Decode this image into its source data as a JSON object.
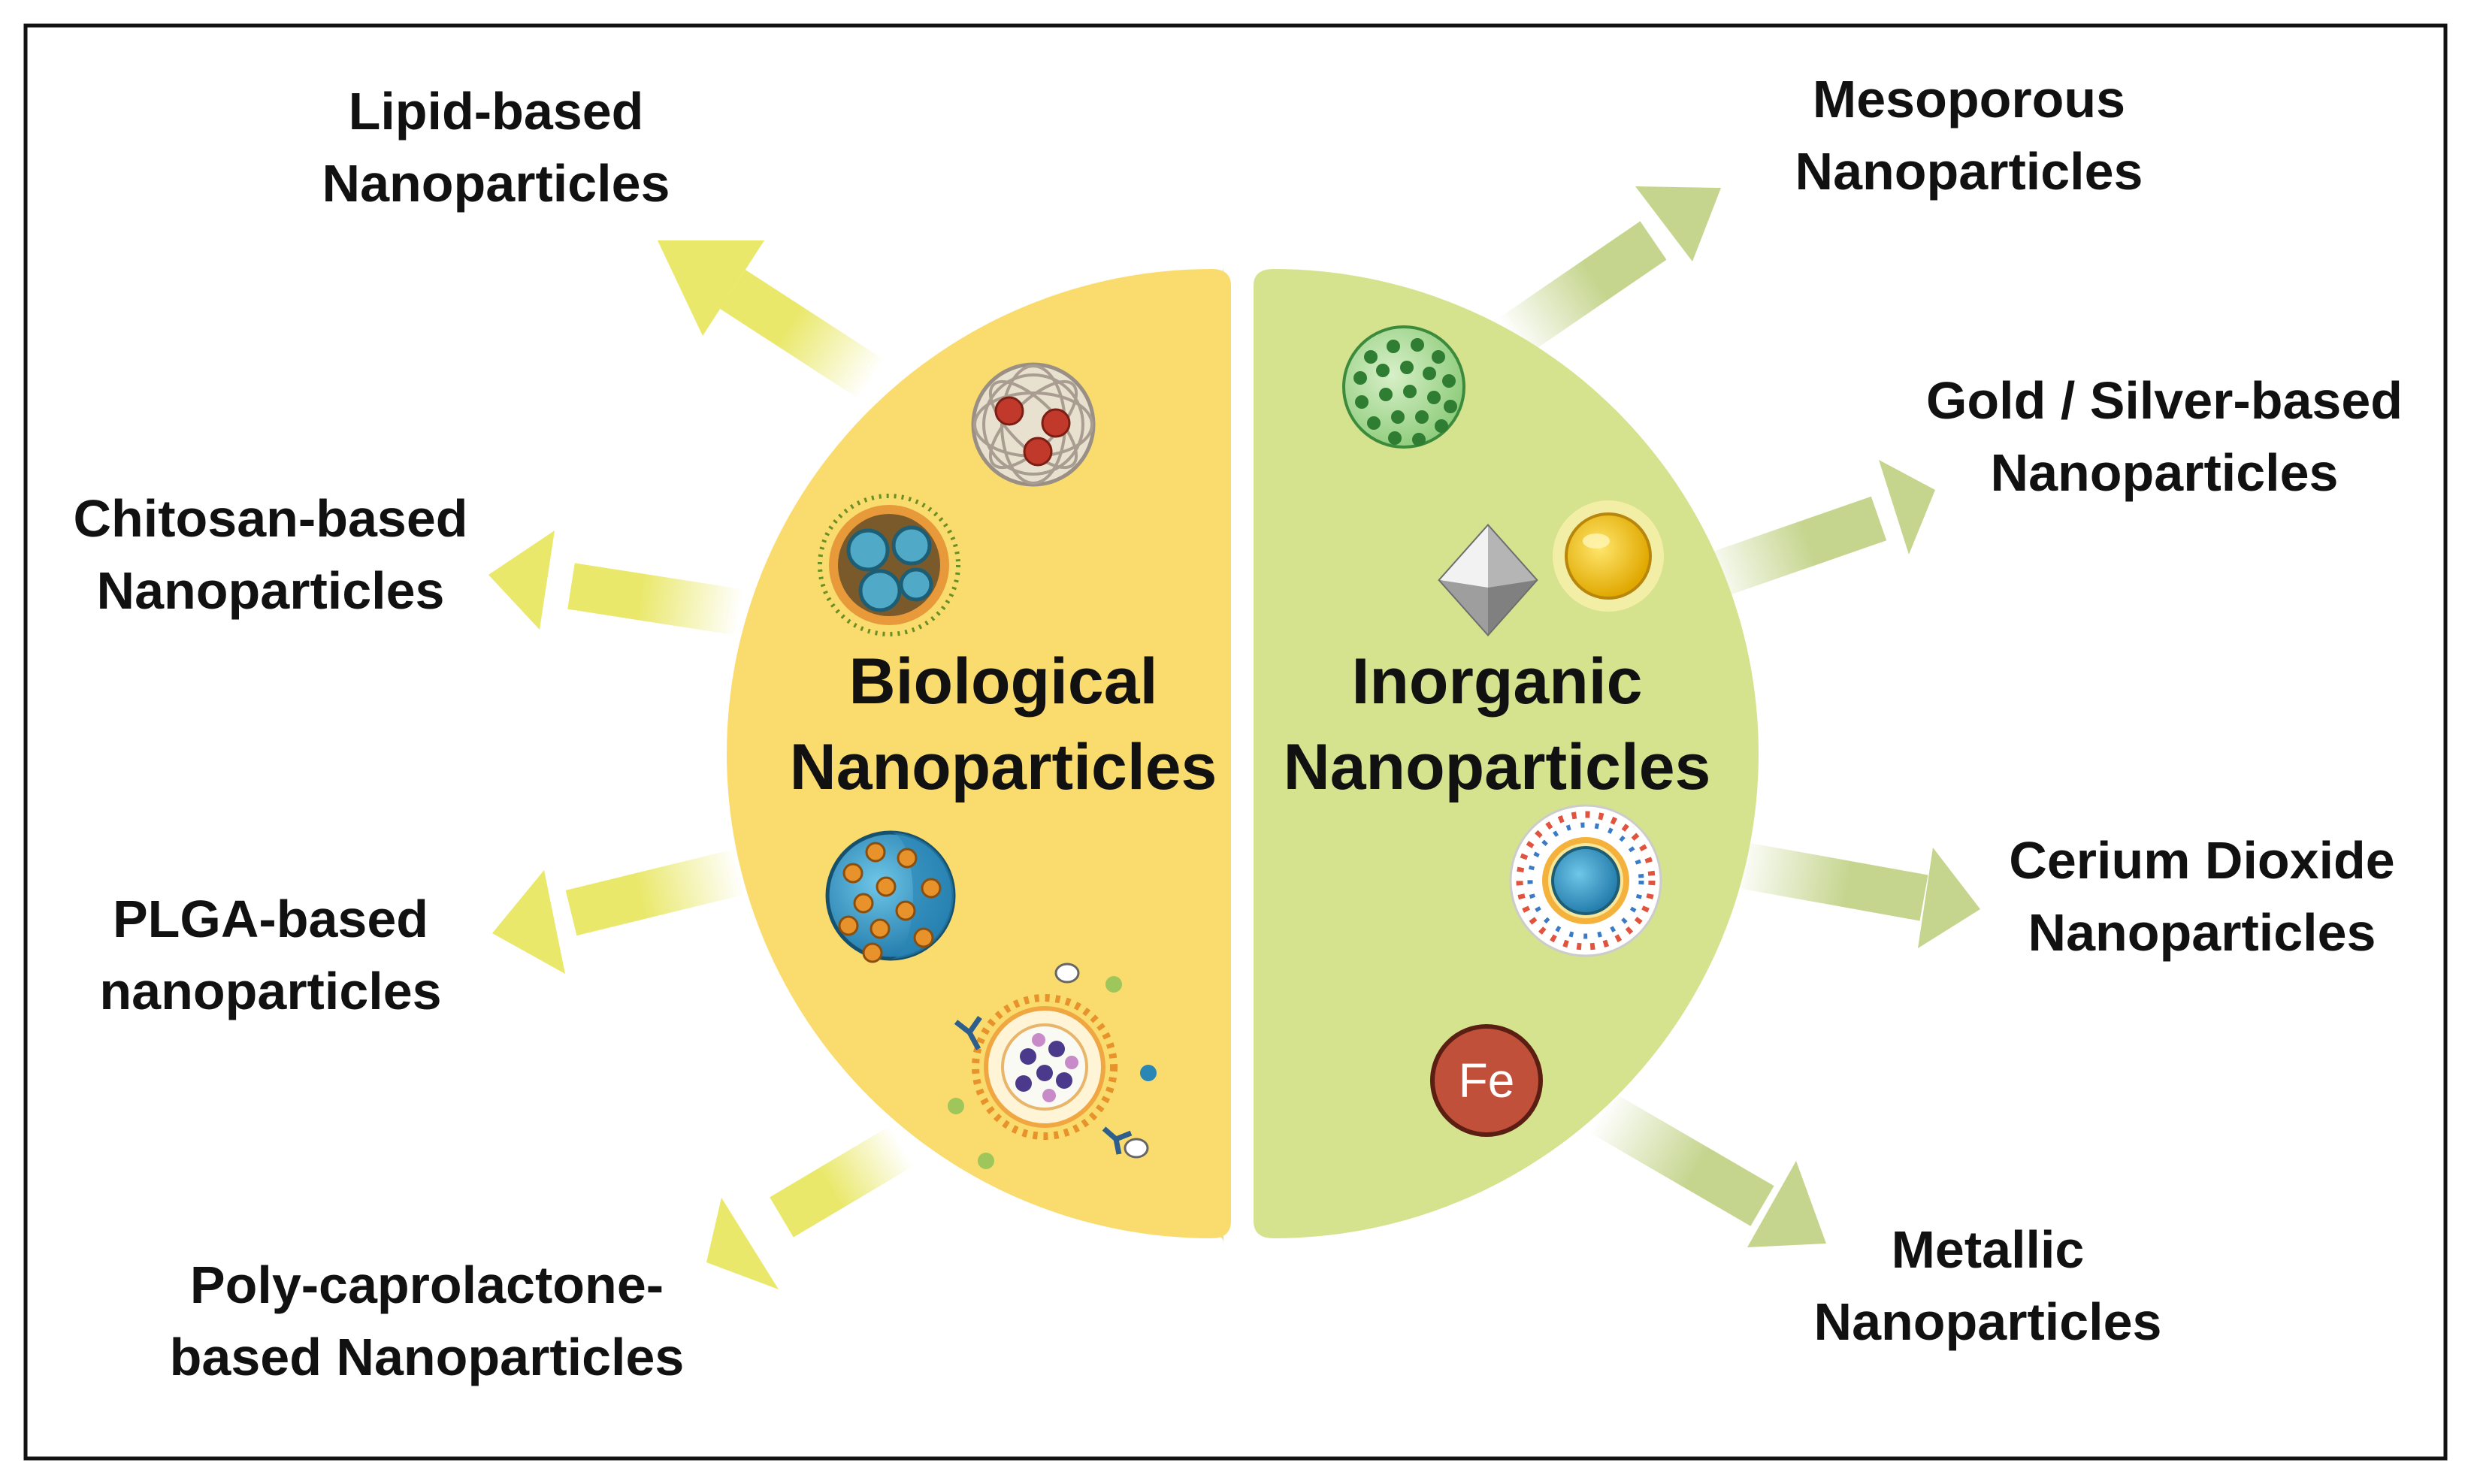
{
  "diagram": {
    "left_half": {
      "title_line1": "Biological",
      "title_line2": "Nanoparticles",
      "color": "#FADC6E"
    },
    "right_half": {
      "title_line1": "Inorganic",
      "title_line2": "Nanoparticles",
      "color": "#D5E28E"
    },
    "left_branches": [
      {
        "line1": "Lipid-based",
        "line2": "Nanoparticles"
      },
      {
        "line1": "Chitosan-based",
        "line2": "Nanoparticles"
      },
      {
        "line1": "PLGA-based",
        "line2": "nanoparticles"
      },
      {
        "line1": "Poly-caprolactone-",
        "line2": "based Nanoparticles"
      }
    ],
    "right_branches": [
      {
        "line1": "Mesoporous",
        "line2": "Nanoparticles"
      },
      {
        "line1": "Gold / Silver-based",
        "line2": "Nanoparticles"
      },
      {
        "line1": "Cerium Dioxide",
        "line2": "Nanoparticles"
      },
      {
        "line1": "Metallic",
        "line2": "Nanoparticles"
      }
    ],
    "iron_symbol": "Fe",
    "colors": {
      "left_arrow": "#E9E86A",
      "right_arrow": "#C5D58E",
      "iron_circle": "#C0503A",
      "gold_particle": "#F1C40F",
      "mesoporous": "#4CAF50"
    }
  }
}
